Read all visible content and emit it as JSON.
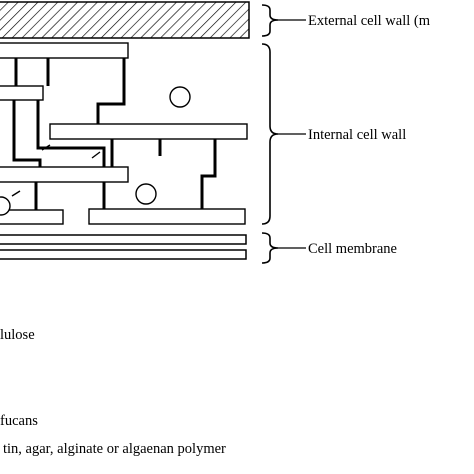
{
  "labels": {
    "external_wall": "External cell wall (m",
    "internal_wall": "Internal cell wall",
    "membrane": "Cell membrane"
  },
  "legend": [
    "lulose",
    "fucans",
    "tin, agar, alginate or algaenan polymer"
  ]
}
